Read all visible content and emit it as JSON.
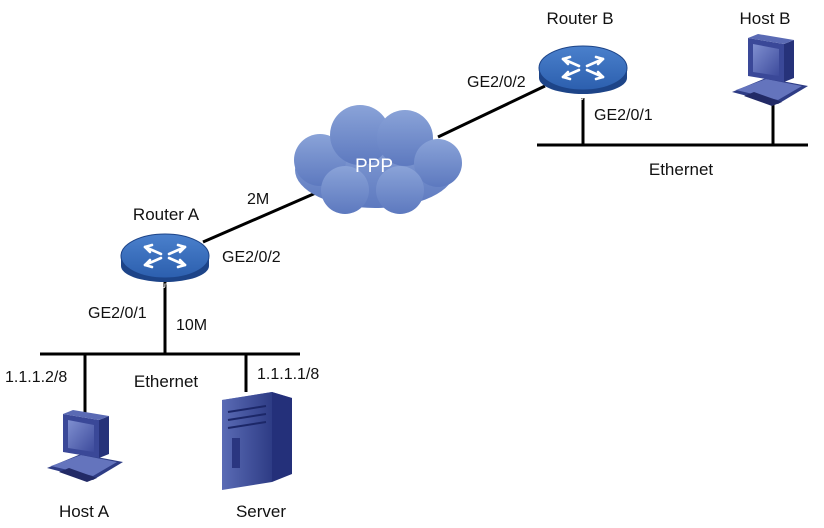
{
  "colors": {
    "router": "#2e64b4",
    "router_dark": "#1d4488",
    "cloud": "#6f8ccc",
    "host": "#3b4ea0",
    "server": "#3e4f9a",
    "line": "#000000"
  },
  "icons": {
    "router": "router-icon",
    "host": "desktop-computer-icon",
    "server": "server-tower-icon",
    "cloud": "cloud-icon"
  },
  "router_a": {
    "name": "Router A",
    "badge": "ROUTER",
    "port_lan": "GE2/0/1",
    "port_wan": "GE2/0/2",
    "lan_speed": "10M",
    "wan_speed": "2M"
  },
  "router_b": {
    "name": "Router B",
    "badge": "ROUTER",
    "port_wan": "GE2/0/2",
    "port_lan": "GE2/0/1"
  },
  "cloud": {
    "label": "PPP"
  },
  "lan_a": {
    "label": "Ethernet"
  },
  "lan_b": {
    "label": "Ethernet"
  },
  "host_a": {
    "name": "Host A",
    "ip": "1.1.1.2/8"
  },
  "server": {
    "name": "Server",
    "ip": "1.1.1.1/8"
  },
  "host_b": {
    "name": "Host B"
  }
}
